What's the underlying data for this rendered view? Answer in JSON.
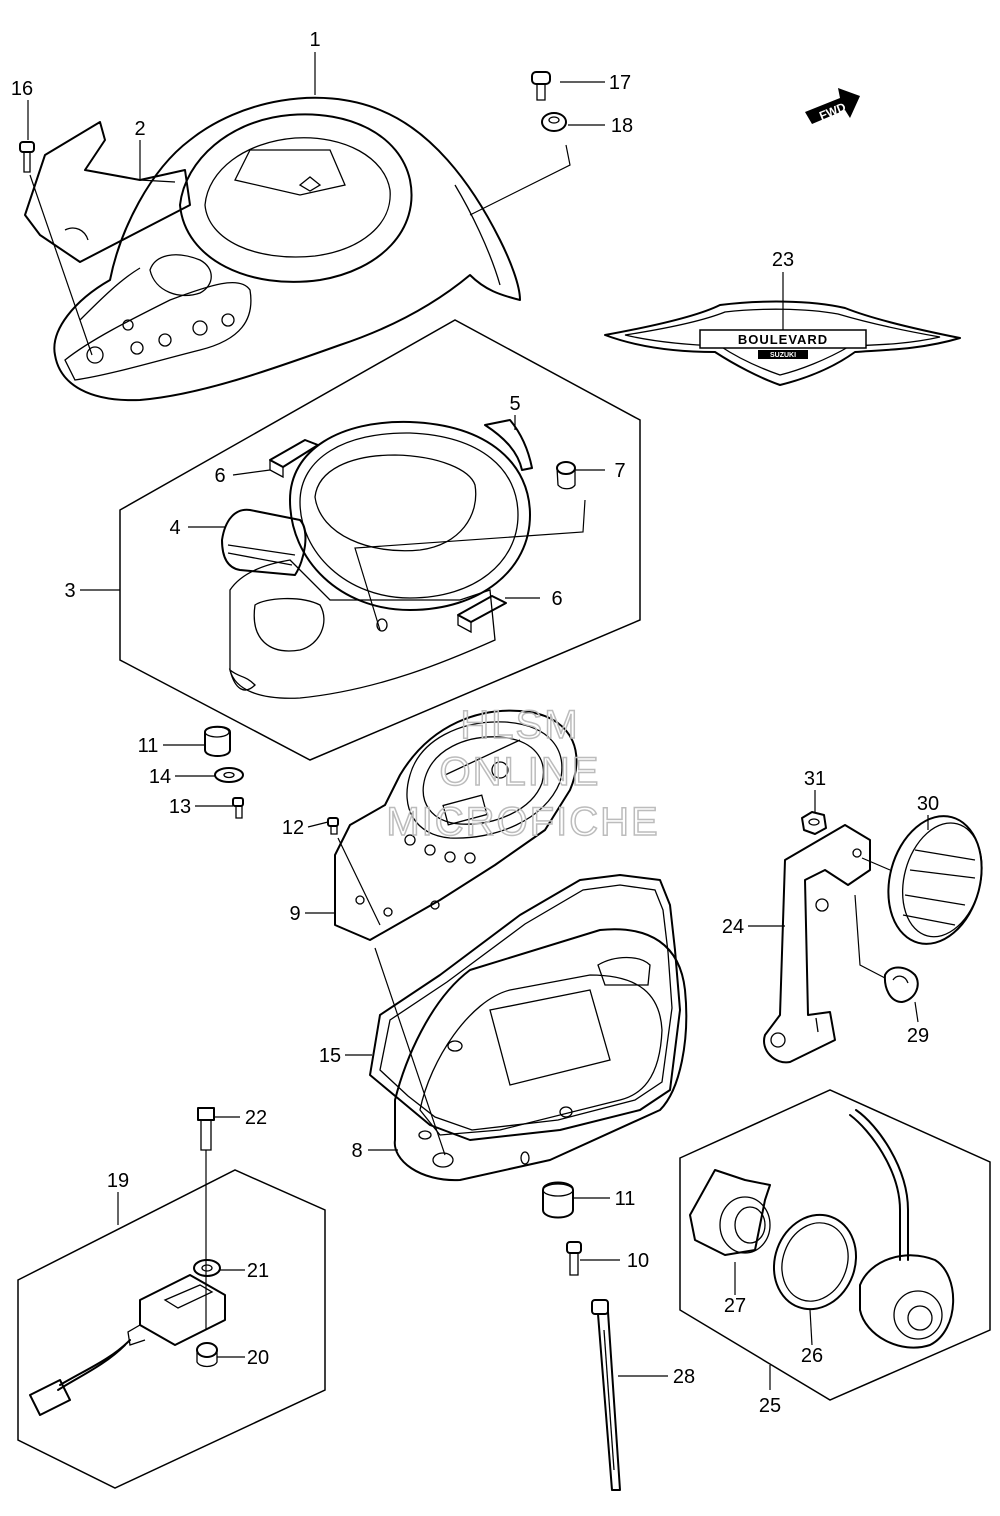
{
  "labels": {
    "p1": "1",
    "p2": "2",
    "p3": "3",
    "p4": "4",
    "p5": "5",
    "p6a": "6",
    "p6b": "6",
    "p7": "7",
    "p8": "8",
    "p9": "9",
    "p10": "10",
    "p11a": "11",
    "p11b": "11",
    "p12": "12",
    "p13": "13",
    "p14": "14",
    "p15": "15",
    "p16": "16",
    "p17": "17",
    "p18": "18",
    "p19": "19",
    "p20": "20",
    "p21": "21",
    "p22": "22",
    "p23": "23",
    "p24": "24",
    "p25": "25",
    "p26": "26",
    "p27": "27",
    "p28": "28",
    "p29": "29",
    "p30": "30",
    "p31": "31"
  },
  "fwd_label": "FWD",
  "emblem": {
    "text": "BOULEVARD",
    "subtext": "SUZUKI"
  },
  "watermark": {
    "line1": "HLSM",
    "line2": "ONLINE",
    "line3": "MICROFICHE"
  },
  "colors": {
    "line": "#000000",
    "watermark": "#bcbcbc",
    "background": "#ffffff"
  }
}
